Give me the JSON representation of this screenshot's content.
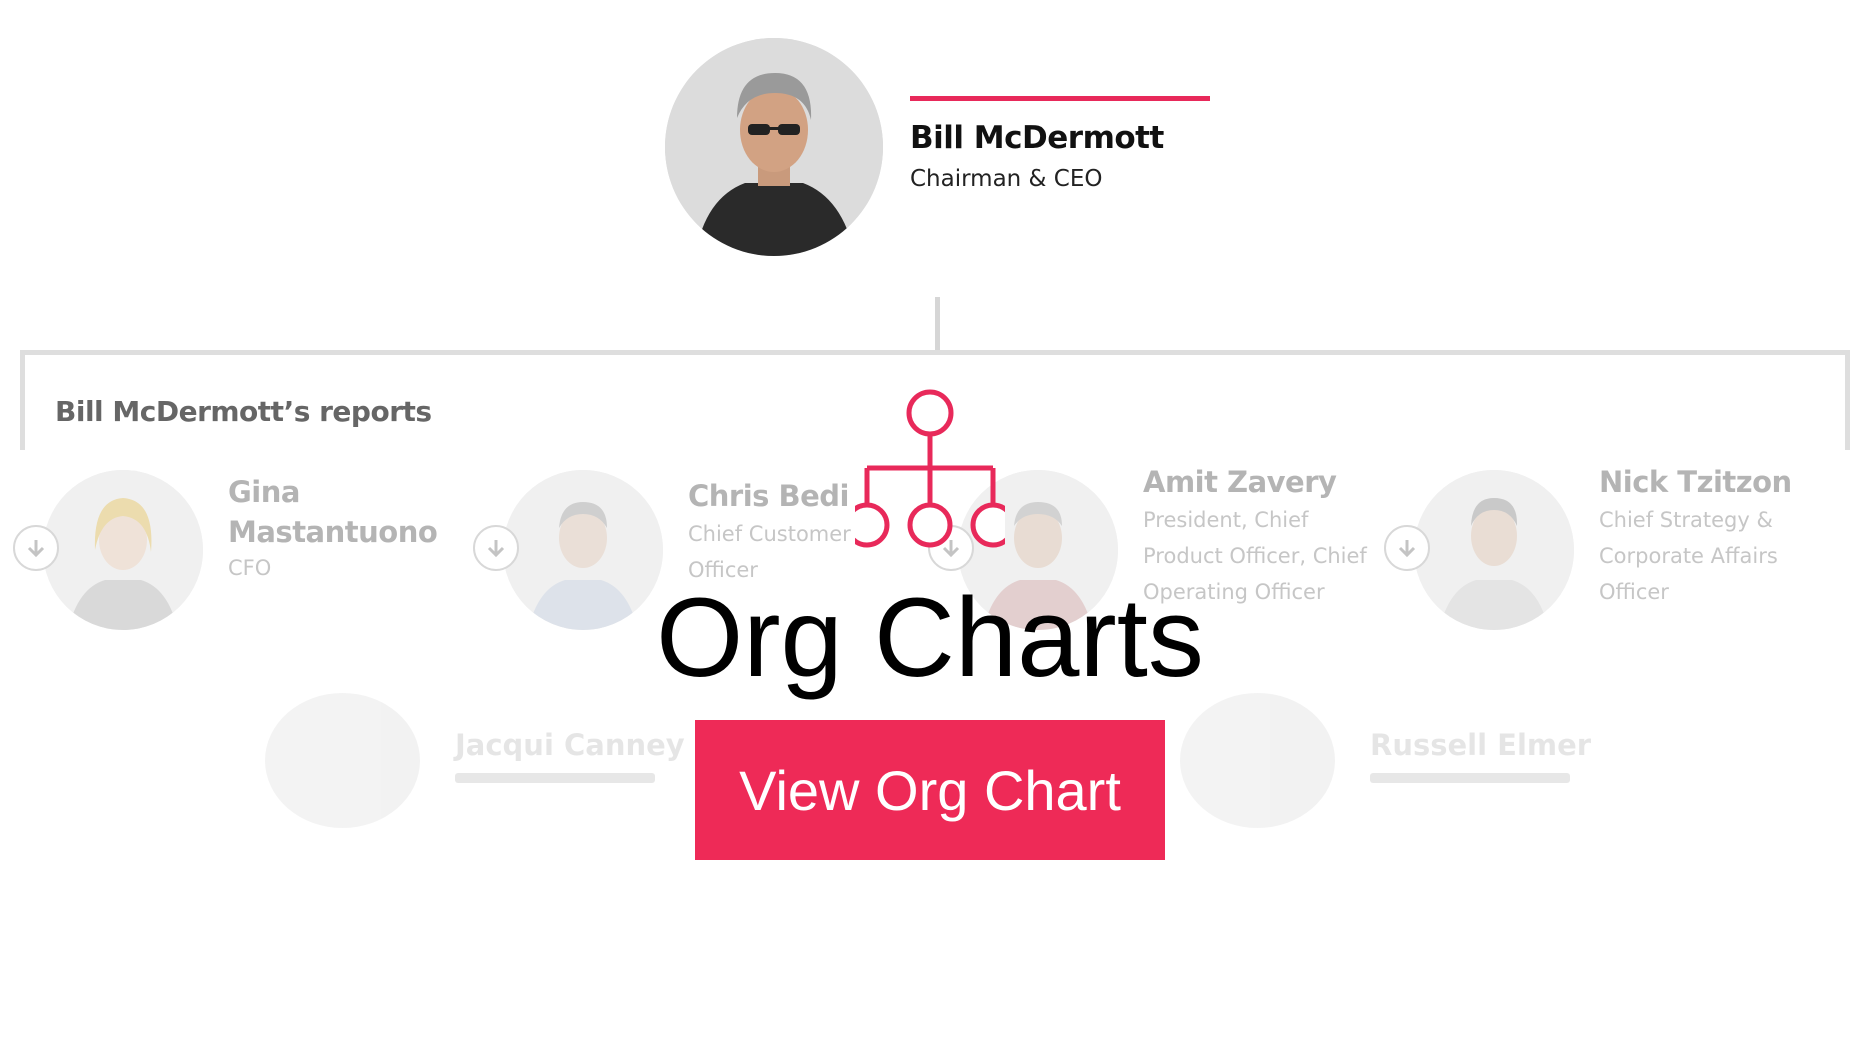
{
  "colors": {
    "accent": "#ee2a57",
    "accent_rule": "#e8295a",
    "line": "#dedede"
  },
  "ceo": {
    "name": "Bill McDermott",
    "title": "Chairman & CEO"
  },
  "reports": {
    "heading": "Bill McDermott’s reports",
    "items": [
      {
        "name_lines": [
          "Gina",
          "Mastantuono"
        ],
        "role_lines": [
          "CFO"
        ]
      },
      {
        "name_lines": [
          "Chris Bedi"
        ],
        "role_lines": [
          "Chief Customer",
          "Officer"
        ]
      },
      {
        "name_lines": [
          "Amit Zavery"
        ],
        "role_lines": [
          "President, Chief",
          "Product Officer, Chief",
          "Operating Officer"
        ]
      },
      {
        "name_lines": [
          "Nick Tzitzon"
        ],
        "role_lines": [
          "Chief Strategy &",
          "Corporate Affairs",
          "Officer"
        ]
      }
    ],
    "faded_items": [
      {
        "name": "Jacqui Canney"
      },
      {
        "name": "Russell Elmer"
      }
    ]
  },
  "overlay": {
    "icon": "org-chart-icon",
    "title": "Org Charts",
    "button_label": "View Org Chart"
  }
}
